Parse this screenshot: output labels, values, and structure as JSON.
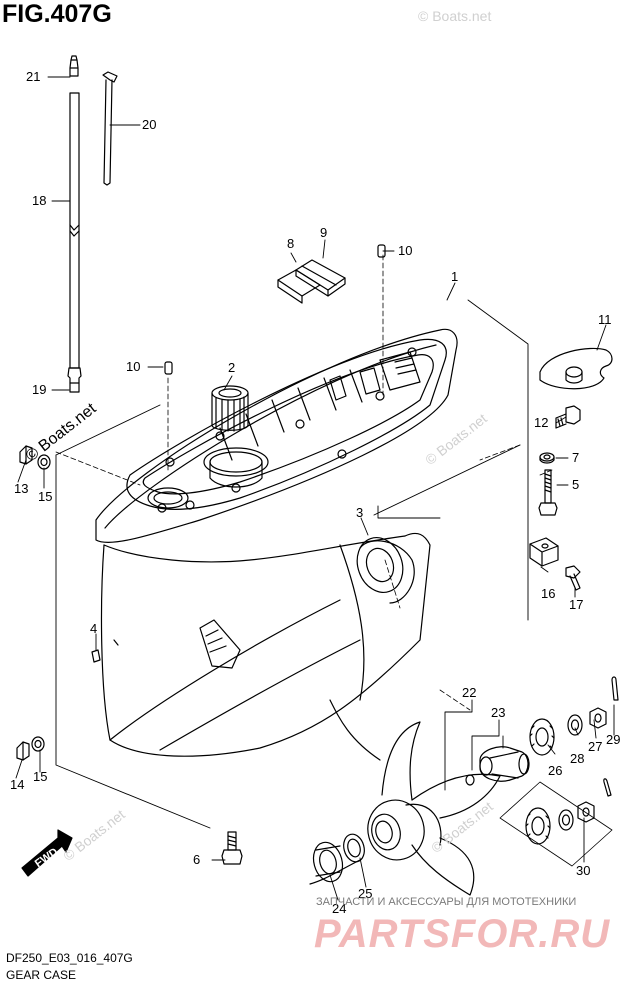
{
  "figure": {
    "title": "FIG.407G",
    "footer_code": "DF250_E03_016_407G",
    "footer_name": "GEAR CASE"
  },
  "parts": [
    {
      "id": "p1",
      "number": "1"
    },
    {
      "id": "p2",
      "number": "2"
    },
    {
      "id": "p3",
      "number": "3"
    },
    {
      "id": "p4",
      "number": "4"
    },
    {
      "id": "p5",
      "number": "5"
    },
    {
      "id": "p6",
      "number": "6"
    },
    {
      "id": "p7",
      "number": "7"
    },
    {
      "id": "p8",
      "number": "8"
    },
    {
      "id": "p9",
      "number": "9"
    },
    {
      "id": "p10a",
      "number": "10"
    },
    {
      "id": "p10b",
      "number": "10"
    },
    {
      "id": "p11",
      "number": "11"
    },
    {
      "id": "p12",
      "number": "12"
    },
    {
      "id": "p13",
      "number": "13"
    },
    {
      "id": "p14",
      "number": "14"
    },
    {
      "id": "p15a",
      "number": "15"
    },
    {
      "id": "p15b",
      "number": "15"
    },
    {
      "id": "p16",
      "number": "16"
    },
    {
      "id": "p17",
      "number": "17"
    },
    {
      "id": "p18",
      "number": "18"
    },
    {
      "id": "p19",
      "number": "19"
    },
    {
      "id": "p20",
      "number": "20"
    },
    {
      "id": "p21",
      "number": "21"
    },
    {
      "id": "p22",
      "number": "22"
    },
    {
      "id": "p23",
      "number": "23"
    },
    {
      "id": "p24",
      "number": "24"
    },
    {
      "id": "p25",
      "number": "25"
    },
    {
      "id": "p26",
      "number": "26"
    },
    {
      "id": "p27",
      "number": "27"
    },
    {
      "id": "p28",
      "number": "28"
    },
    {
      "id": "p29",
      "number": "29"
    },
    {
      "id": "p30",
      "number": "30"
    }
  ],
  "fwd_arrow": "FWD",
  "watermarks": {
    "main": "© Boats.net",
    "faint": "© Boats.net"
  },
  "shop": {
    "tagline": "ЗАПЧАСТИ И АКСЕССУАРЫ ДЛЯ МОТОТЕХНИКИ",
    "logo": "PARTSFOR.RU"
  }
}
